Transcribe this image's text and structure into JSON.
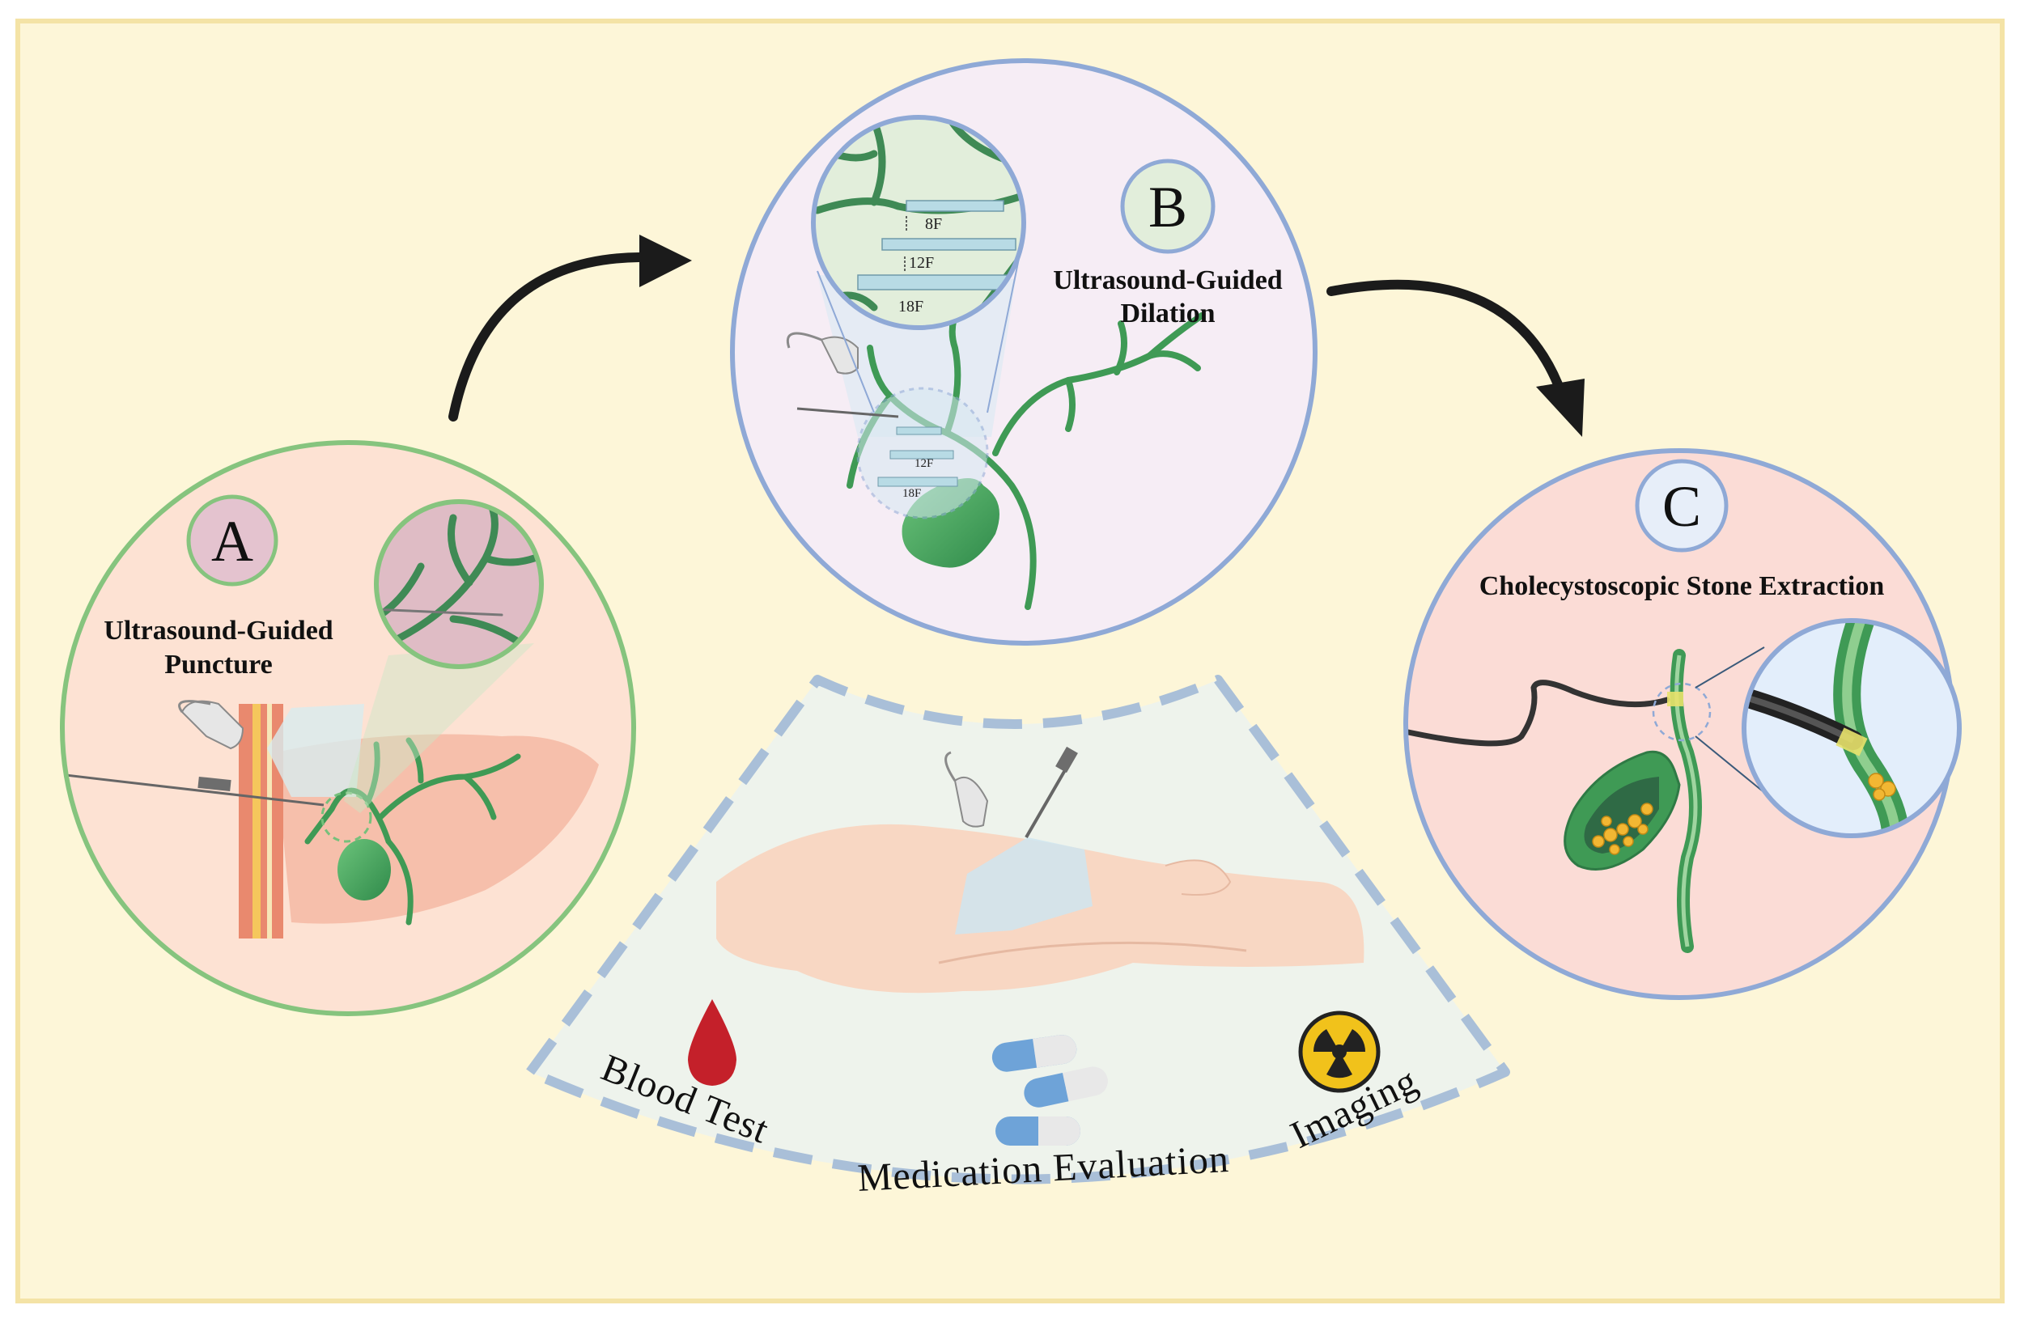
{
  "panel_a": {
    "letter": "A",
    "title_line1": "Ultrasound-Guided",
    "title_line2": "Puncture"
  },
  "panel_b": {
    "letter": "B",
    "title_line1": "Ultrasound-Guided",
    "title_line2": "Dilation",
    "dilator_sizes": [
      "8F",
      "12F",
      "18F"
    ]
  },
  "panel_c": {
    "letter": "C",
    "title": "Cholecystoscopic Stone Extraction"
  },
  "assessment": {
    "blood_test": "Blood Test",
    "medication": "Medication Evaluation",
    "imaging": "Imaging"
  },
  "colors": {
    "background": "#fdf6d8",
    "border": "#f4e3a6",
    "panel_a_fill": "#fde2d3",
    "panel_a_ring": "#86c47e",
    "panel_b_fill": "#f6edf5",
    "panel_b_ring": "#8fa9d6",
    "panel_c_fill": "#fbdcd6",
    "panel_c_ring": "#8fa9d6",
    "duct_green": "#3f9a55",
    "fan_fill": "#eef3ec",
    "fan_dash": "#a9bfd8"
  }
}
